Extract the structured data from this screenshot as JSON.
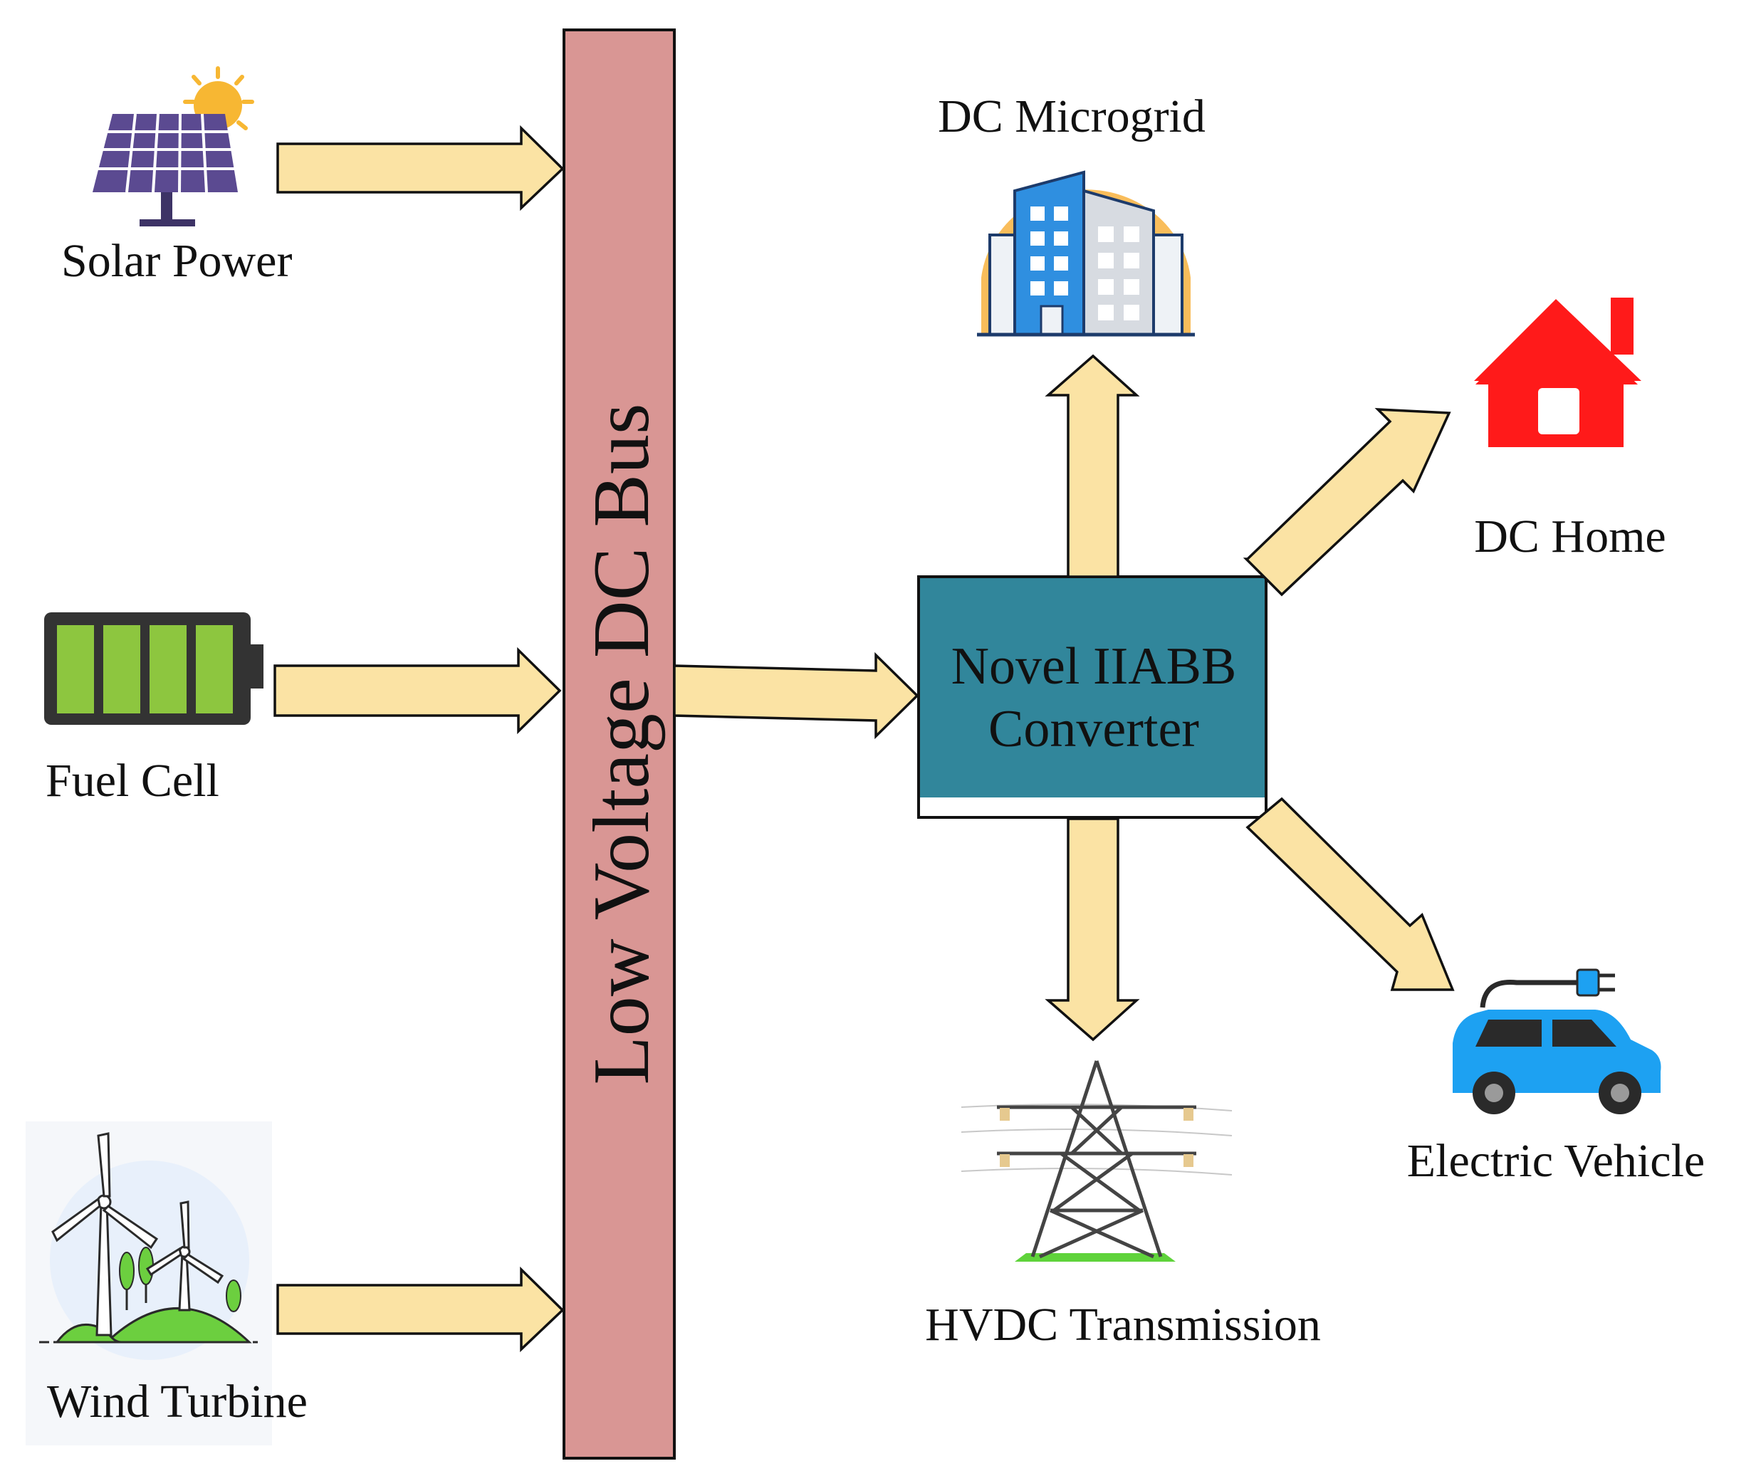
{
  "sources": {
    "solar": "Solar Power",
    "fuel": "Fuel Cell",
    "wind": "Wind Turbine"
  },
  "bus": {
    "label": "Low Voltage DC Bus"
  },
  "converter": {
    "line1": "Novel IIABB",
    "line2": "Converter"
  },
  "loads": {
    "microgrid": "DC Microgrid",
    "home": "DC Home",
    "hvdc": "HVDC Transmission",
    "ev": "Electric Vehicle"
  },
  "colors": {
    "arrow_fill": "#fbe3a4",
    "bus_fill": "#d99694",
    "converter_fill": "#31869b",
    "battery_cell": "#8dc63f",
    "panel_purple": "#5b4a91",
    "sun": "#f7b733",
    "home_red": "#ff1a1a",
    "car_blue": "#1da1f2",
    "building_blue": "#2f8fe0"
  }
}
